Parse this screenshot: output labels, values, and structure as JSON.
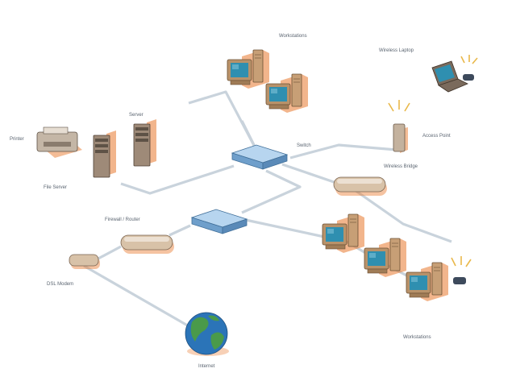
{
  "colors": {
    "background": "#ffffff",
    "cable": "#c9d3dc",
    "device_body": "#b8926a",
    "device_shadow": "#e8792e",
    "screen": "#2f8fb0",
    "switch": "#8fbbe3",
    "router": "#d8c2a8",
    "globe_ocean": "#2b74b8",
    "globe_land": "#4a9a4a",
    "signal": "#e9b84a"
  },
  "labels": {
    "workstations_top": "Workstations",
    "wireless_laptop": "Wireless Laptop",
    "access_point": "Access Point",
    "printer": "Printer",
    "server": "Server",
    "file_server": "File Server",
    "switch_main": "Switch",
    "wireless_bridge": "Wireless Bridge",
    "firewall_router": "Firewall / Router",
    "dsl_modem": "DSL Modem",
    "internet": "Internet",
    "workstations_bottom": "Workstations"
  },
  "icons": {
    "workstation": "desktop-computer-icon",
    "laptop": "laptop-icon",
    "access_point": "wireless-access-point-icon",
    "printer": "printer-icon",
    "server": "tower-server-icon",
    "switch": "network-switch-icon",
    "router": "router-icon",
    "modem": "modem-icon",
    "globe": "globe-icon",
    "signal": "wireless-signal-icon"
  }
}
